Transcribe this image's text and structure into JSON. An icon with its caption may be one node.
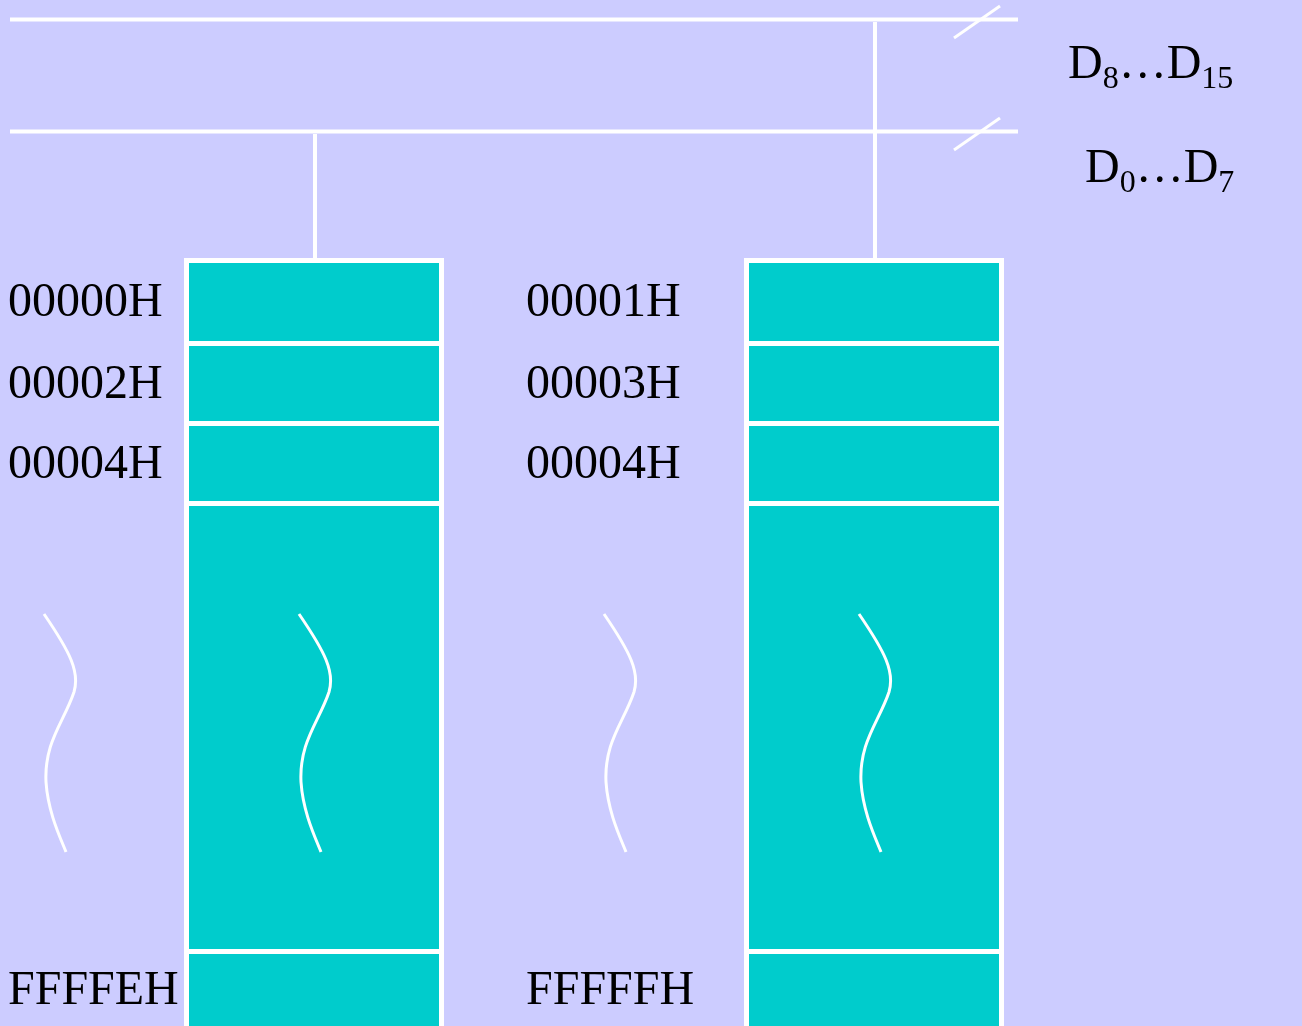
{
  "diagram": {
    "nodes": [
      {
        "text": [],
        "shape": "line",
        "beside": [
          "D$_{8}$…D$_{15}$"
        ]
      },
      {
        "text": [],
        "shape": "line",
        "beside": [
          "D$_{0}$…D$_{7}$"
        ]
      },
      {
        "text": [],
        "shape": "box"
      },
      {
        "text": [],
        "shape": "box",
        "in": 2,
        "beside": [
          "00000H"
        ]
      },
      {
        "text": [],
        "shape": "box",
        "in": 2,
        "beside": [
          "00002H"
        ]
      },
      {
        "text": [],
        "shape": "box",
        "in": 2,
        "beside": [
          "00004H"
        ]
      },
      {
        "text": [],
        "shape": "box",
        "in": 2
      },
      {
        "text": [],
        "shape": "box",
        "in": 2,
        "beside": [
          "FFFFEH"
        ]
      },
      {
        "text": [],
        "shape": "box"
      },
      {
        "text": [],
        "shape": "box",
        "in": 8,
        "beside": [
          "00001H"
        ]
      },
      {
        "text": [],
        "shape": "box",
        "in": 8,
        "beside": [
          "00003H"
        ]
      },
      {
        "text": [],
        "shape": "box",
        "in": 8,
        "beside": [
          "00004H"
        ]
      },
      {
        "text": [],
        "shape": "box",
        "in": 8
      },
      {
        "text": [],
        "shape": "box",
        "in": 8,
        "beside": [
          "FFFFFH"
        ]
      }
    ],
    "edges": [
      {
        "from": 1,
        "to": 2,
        "arrow": "none"
      },
      {
        "from": 0,
        "to": 8,
        "arrow": "none"
      }
    ]
  }
}
